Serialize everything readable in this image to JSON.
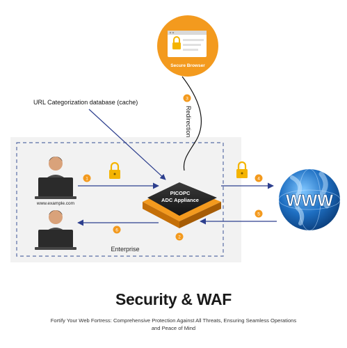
{
  "diagram": {
    "secure_browser_label": "Secure Browser",
    "url_db_label": "URL Categorization database (cache)",
    "redirection_label": "Redirection",
    "site_label": "www.example.com",
    "appliance_line1": "PICOPC",
    "appliance_line2": "ADC Appliance",
    "enterprise_label": "Enterprise",
    "globe_text": "WWW",
    "steps": [
      "1",
      "2",
      "3",
      "4",
      "5",
      "6"
    ]
  },
  "footer": {
    "title": "Security & WAF",
    "subtitle": "Fortify Your Web Fortress: Comprehensive Protection Against All Threats, Ensuring Seamless Operations and Peace of Mind"
  },
  "colors": {
    "orange": "#f39a1e",
    "arrow_blue": "#2d3f8e",
    "dashed_border": "#5a6ea6",
    "enterprise_bg": "#f2f2f2",
    "appliance_dark": "#1c1c1c",
    "lock_yellow": "#f4b400",
    "globe_blue": "#1e6fc2"
  },
  "icons": [
    "browser-window-icon",
    "lock-icon",
    "user-icon",
    "laptop-icon",
    "globe-icon",
    "appliance-icon"
  ]
}
